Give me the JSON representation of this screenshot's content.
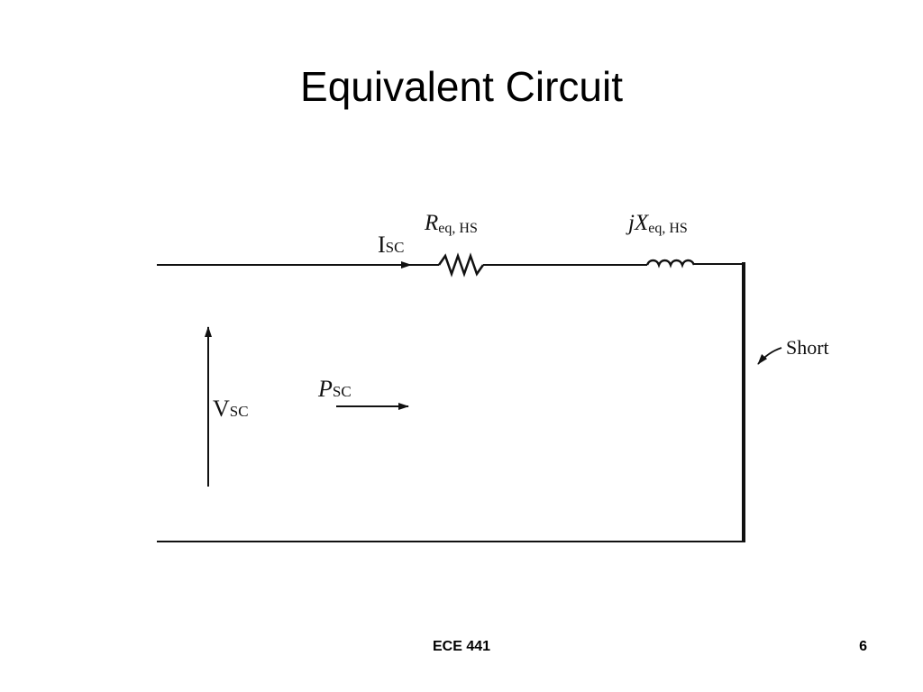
{
  "slide": {
    "title": "Equivalent Circuit"
  },
  "diagram": {
    "current_label": {
      "main": "I",
      "sub": "SC"
    },
    "voltage_label": {
      "main": "V",
      "sub": "SC"
    },
    "power_label": {
      "main": "P",
      "sub": "SC"
    },
    "resistor_label": {
      "main": "R",
      "sub": "eq, HS"
    },
    "reactance_label": {
      "main": "jX",
      "sub": "eq, HS"
    },
    "short_label": "Short"
  },
  "footer": {
    "course": "ECE 441",
    "page_number": "6"
  }
}
